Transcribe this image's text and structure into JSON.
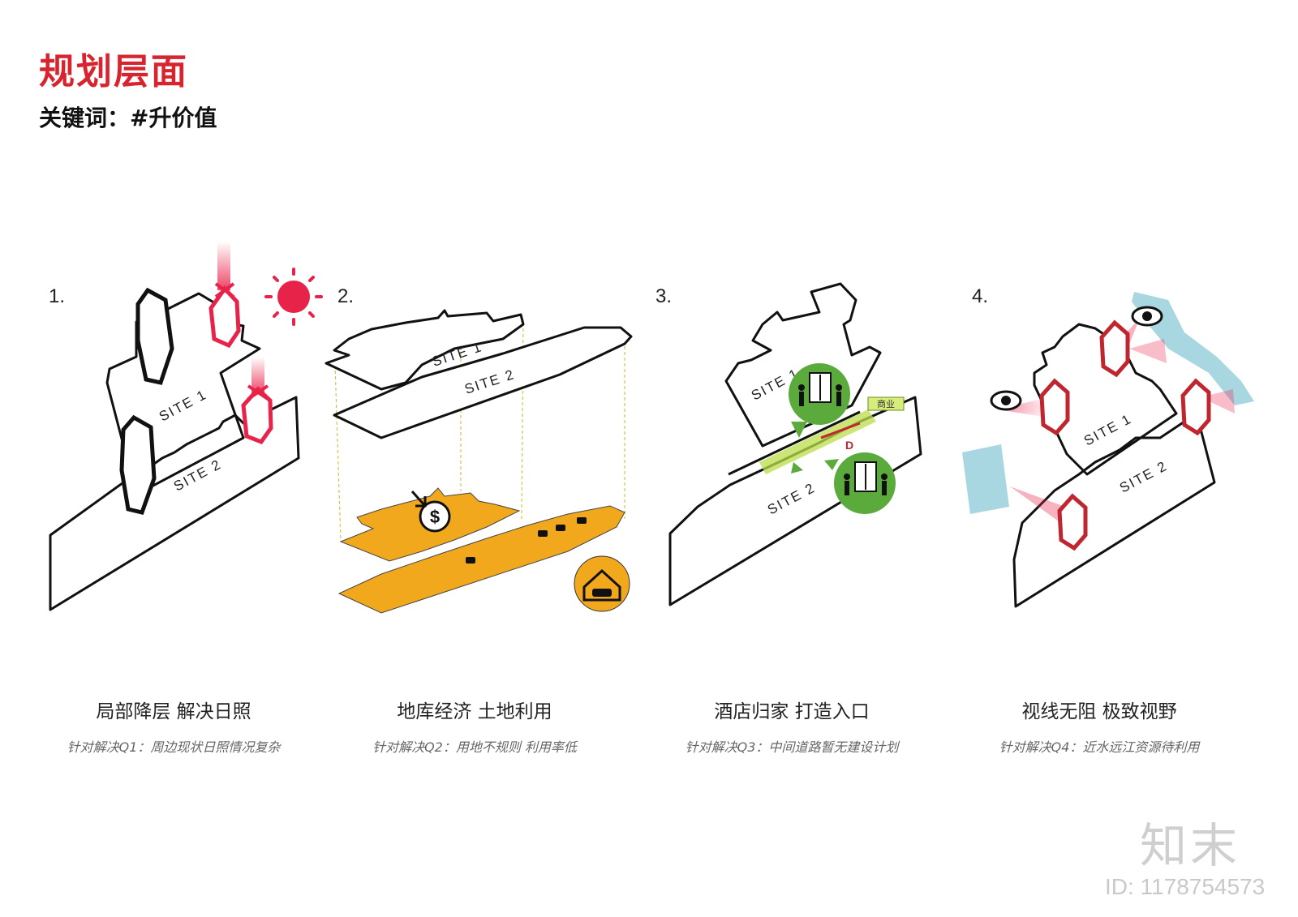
{
  "header": {
    "title": "规划层面",
    "subtitle": "关键词：#升价值"
  },
  "panels": [
    {
      "number": "1.",
      "caption": "局部降层 解决日照",
      "note": "针对解决Q1：周边现状日照情况复杂",
      "site1_label": "SITE 1",
      "site2_label": "SITE 2"
    },
    {
      "number": "2.",
      "caption": "地库经济 土地利用",
      "note": "针对解决Q2：用地不规则 利用率低",
      "site1_label": "SITE 1",
      "site2_label": "SITE 2",
      "money_symbol": "$"
    },
    {
      "number": "3.",
      "caption": "酒店归家 打造入口",
      "note": "针对解决Q3：中间道路暂无建设计划",
      "site1_label": "SITE 1",
      "site2_label": "SITE 2",
      "commerce_tag": "商业",
      "arrow_label": "D"
    },
    {
      "number": "4.",
      "caption": "视线无阻 极致视野",
      "note": "针对解决Q4：近水远江资源待利用",
      "site1_label": "SITE 1",
      "site2_label": "SITE 2"
    }
  ],
  "watermark": {
    "logo": "知末",
    "id": "ID: 1178754573"
  },
  "colors": {
    "accent_red": "#d7242f",
    "highlight_red": "#e8234a",
    "orange": "#f2a81d",
    "green": "#5aab3c",
    "light_green": "#b9dc4a",
    "water_blue": "#9fd3de",
    "outline": "#111111"
  }
}
